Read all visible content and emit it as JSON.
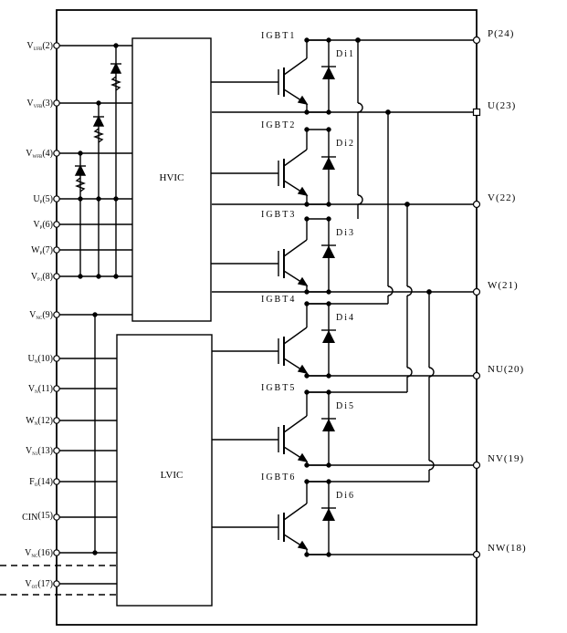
{
  "blocks": {
    "hvic": "HVIC",
    "lvic": "LVIC"
  },
  "left_pins": [
    {
      "pre": "V",
      "sub": "UFB",
      "post": "(2)"
    },
    {
      "pre": "V",
      "sub": "VFB",
      "post": "(3)"
    },
    {
      "pre": "V",
      "sub": "WFB",
      "post": "(4)"
    },
    {
      "pre": "U",
      "sub": "P",
      "post": "(5)"
    },
    {
      "pre": "V",
      "sub": "P",
      "post": "(6)"
    },
    {
      "pre": "W",
      "sub": "P",
      "post": "(7)"
    },
    {
      "pre": "V",
      "sub": "P1",
      "post": "(8)"
    },
    {
      "pre": "V",
      "sub": "NC",
      "post": "(9)"
    },
    {
      "pre": "U",
      "sub": "N",
      "post": "(10)"
    },
    {
      "pre": "V",
      "sub": "N",
      "post": "(11)"
    },
    {
      "pre": "W",
      "sub": "N",
      "post": "(12)"
    },
    {
      "pre": "V",
      "sub": "N1",
      "post": "(13)"
    },
    {
      "pre": "F",
      "sub": "O",
      "post": "(14)"
    },
    {
      "pre": "CIN",
      "sub": "",
      "post": "(15)"
    },
    {
      "pre": "V",
      "sub": "NC",
      "post": "(16)"
    },
    {
      "pre": "V",
      "sub": "OT",
      "post": "(17)"
    }
  ],
  "right_pins": [
    "P(24)",
    "U(23)",
    "V(22)",
    "W(21)",
    "NU(20)",
    "NV(19)",
    "NW(18)"
  ],
  "igbts": [
    "IGBT1",
    "IGBT2",
    "IGBT3",
    "IGBT4",
    "IGBT5",
    "IGBT6"
  ],
  "diodes": [
    "Di1",
    "Di2",
    "Di3",
    "Di4",
    "Di5",
    "Di6"
  ]
}
